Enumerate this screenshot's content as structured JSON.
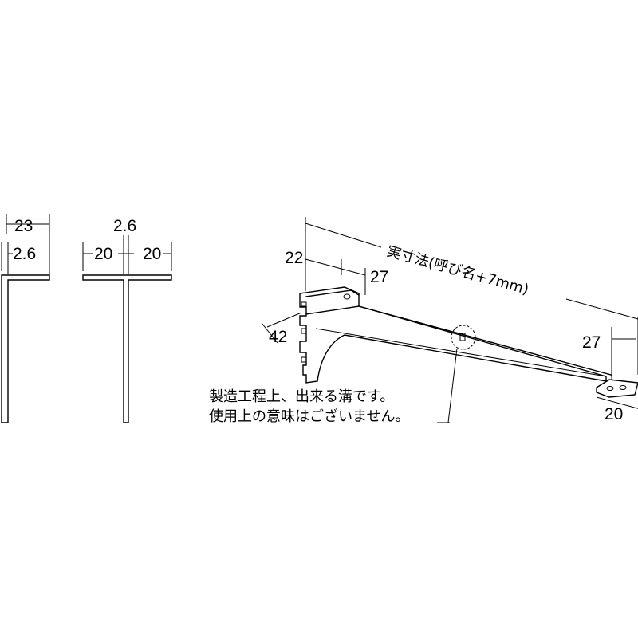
{
  "left_profile": {
    "width_label": "23",
    "thickness_label": "2.6"
  },
  "center_profile": {
    "thickness_label": "2.6",
    "left_flange_label": "20",
    "right_flange_label": "20"
  },
  "bracket": {
    "length_label": "実寸法(呼び名+7mm)",
    "top_width_label": "22",
    "top_depth_label": "27",
    "height_label": "42",
    "end_height_label": "27",
    "end_width_label": "20",
    "note_line1": "製造工程上、出来る溝です。",
    "note_line2": "使用上の意味はございません。"
  }
}
